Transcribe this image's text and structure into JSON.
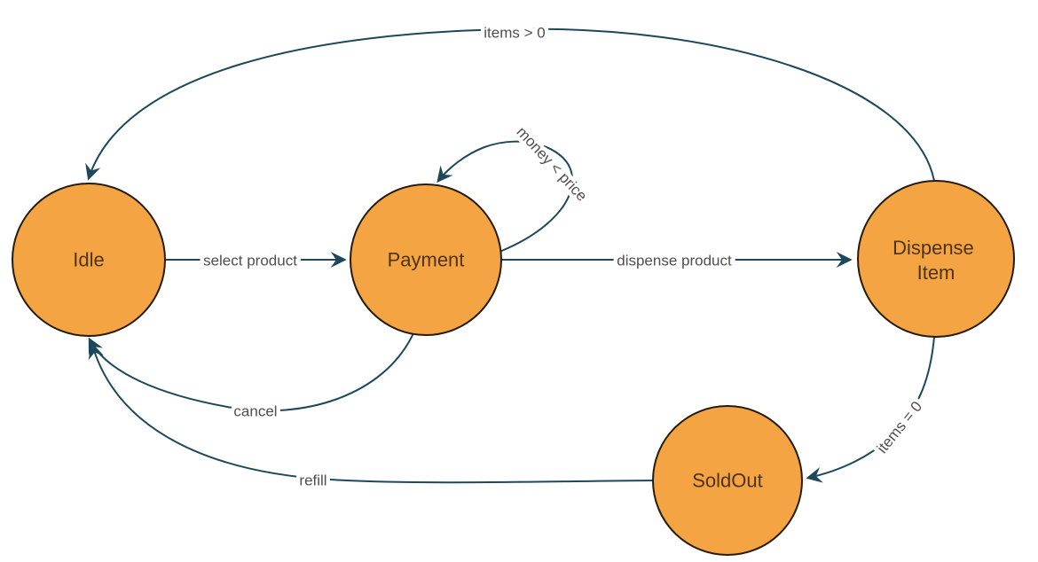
{
  "diagram": {
    "type": "state-machine",
    "colors": {
      "background": "#ffffff",
      "state_fill": "#f5a443",
      "state_border": "#261c0d",
      "state_text": "#4d3310",
      "edge_line": "#1d485c",
      "edge_label_text": "#4f4f4f"
    },
    "states": [
      {
        "id": "idle",
        "label": "Idle"
      },
      {
        "id": "payment",
        "label": "Payment"
      },
      {
        "id": "dispense-item",
        "label": "Dispense Item",
        "label_lines": [
          "Dispense",
          "Item"
        ]
      },
      {
        "id": "soldout",
        "label": "SoldOut"
      }
    ],
    "transitions": [
      {
        "from": "Idle",
        "to": "Payment",
        "label": "select product"
      },
      {
        "from": "Payment",
        "to": "Dispense Item",
        "label": "dispense product"
      },
      {
        "from": "Payment",
        "to": "Payment",
        "label": "money < price"
      },
      {
        "from": "Dispense Item",
        "to": "Idle",
        "label": "items > 0"
      },
      {
        "from": "Payment",
        "to": "Idle",
        "label": "cancel"
      },
      {
        "from": "SoldOut",
        "to": "Idle",
        "label": "refill"
      },
      {
        "from": "Dispense Item",
        "to": "SoldOut",
        "label": "items = 0"
      }
    ]
  }
}
